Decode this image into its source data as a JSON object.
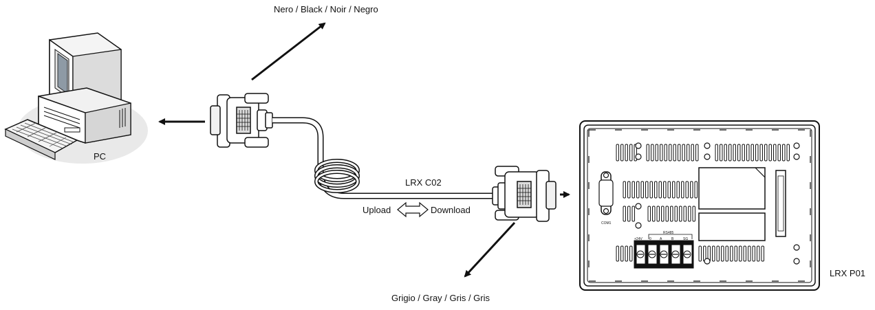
{
  "labels": {
    "black_cable": "Nero / Black / Noir / Negro",
    "gray_cable": "Grigio / Gray / Gris / Gris",
    "pc": "PC",
    "cable_model": "LRX C02",
    "upload": "Upload",
    "download": "Download",
    "panel_model": "LRX P01"
  },
  "panel": {
    "port_label": "COM1",
    "bus_label": "RS485",
    "terminals": [
      "+24V",
      "0",
      "A",
      "B",
      "SG"
    ]
  },
  "icons": [
    "computer-icon",
    "db9-connector-icon",
    "arrow-icon",
    "double-arrow-icon",
    "screw-terminal-icon"
  ]
}
